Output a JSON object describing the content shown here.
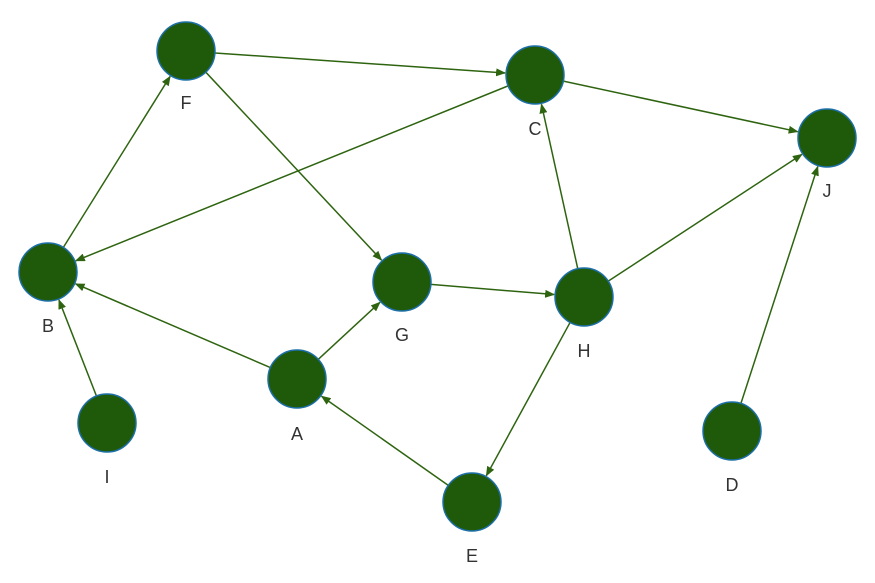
{
  "colors": {
    "node_fill": "#1f5a0b",
    "node_stroke": "#1d6fa8",
    "edge": "#2e6410",
    "label": "#333333",
    "background": "#ffffff"
  },
  "graph": {
    "directed": true,
    "nodes": [
      {
        "id": "F",
        "label": "F"
      },
      {
        "id": "C",
        "label": "C"
      },
      {
        "id": "J",
        "label": "J"
      },
      {
        "id": "B",
        "label": "B"
      },
      {
        "id": "G",
        "label": "G"
      },
      {
        "id": "H",
        "label": "H"
      },
      {
        "id": "A",
        "label": "A"
      },
      {
        "id": "I",
        "label": "I"
      },
      {
        "id": "D",
        "label": "D"
      },
      {
        "id": "E",
        "label": "E"
      }
    ],
    "edges": [
      {
        "from": "F",
        "to": "C"
      },
      {
        "from": "F",
        "to": "G"
      },
      {
        "from": "C",
        "to": "J"
      },
      {
        "from": "C",
        "to": "B"
      },
      {
        "from": "B",
        "to": "F"
      },
      {
        "from": "G",
        "to": "H"
      },
      {
        "from": "H",
        "to": "C"
      },
      {
        "from": "H",
        "to": "J"
      },
      {
        "from": "H",
        "to": "E"
      },
      {
        "from": "A",
        "to": "G"
      },
      {
        "from": "A",
        "to": "B"
      },
      {
        "from": "I",
        "to": "B"
      },
      {
        "from": "E",
        "to": "A"
      },
      {
        "from": "D",
        "to": "J"
      }
    ]
  }
}
